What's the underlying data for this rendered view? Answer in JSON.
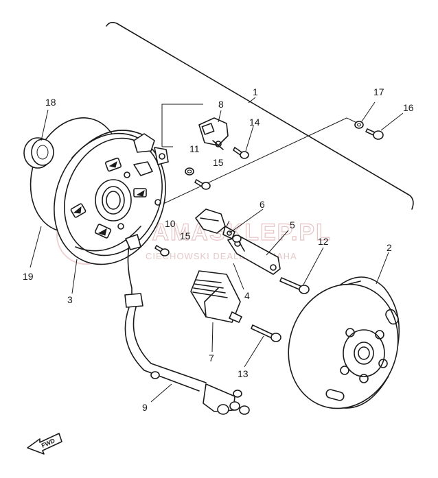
{
  "watermark": {
    "main": "YAMASKLEP.PL",
    "sub": "CIECHOWSKI DEALER YAMAHA"
  },
  "fwd_label": "FWD",
  "callouts": {
    "c1": "1",
    "c2": "2",
    "c3": "3",
    "c4": "4",
    "c5": "5",
    "c6": "6",
    "c7": "7",
    "c8": "8",
    "c9": "9",
    "c10": "10",
    "c11": "11",
    "c12": "12",
    "c13": "13",
    "c14": "14",
    "c15a": "15",
    "c15b": "15",
    "c16": "16",
    "c17": "17",
    "c18": "18",
    "c19": "19"
  },
  "colors": {
    "ink": "#1a1a1a",
    "watermark": "#e8c4c4",
    "background": "#ffffff"
  }
}
